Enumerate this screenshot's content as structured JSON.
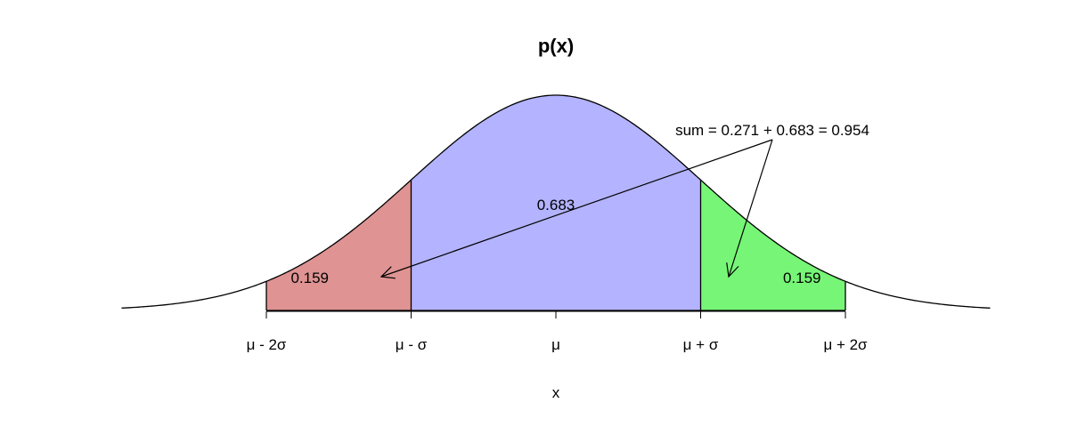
{
  "chart_data": {
    "type": "area",
    "title": "p(x)",
    "xlabel": "x",
    "ylabel": "",
    "x_domain_sigma": [
      -3,
      3
    ],
    "tick_positions_sigma": [
      -2,
      -1,
      0,
      1,
      2
    ],
    "tick_labels": [
      "μ - 2σ",
      "μ - σ",
      "μ",
      "μ + σ",
      "μ + 2σ"
    ],
    "regions": [
      {
        "from_sigma": -2,
        "to_sigma": -1,
        "value": 0.159,
        "label": "0.159",
        "color": "#df9393"
      },
      {
        "from_sigma": -1,
        "to_sigma": 1,
        "value": 0.683,
        "label": "0.683",
        "color": "#b3b3ff"
      },
      {
        "from_sigma": 1,
        "to_sigma": 2,
        "value": 0.159,
        "label": "0.159",
        "color": "#77f577"
      }
    ],
    "annotation": {
      "text": "sum = 0.271 + 0.683 = 0.954",
      "arrows_to_regions": [
        0,
        2
      ]
    },
    "grid": false,
    "legend": "none"
  }
}
